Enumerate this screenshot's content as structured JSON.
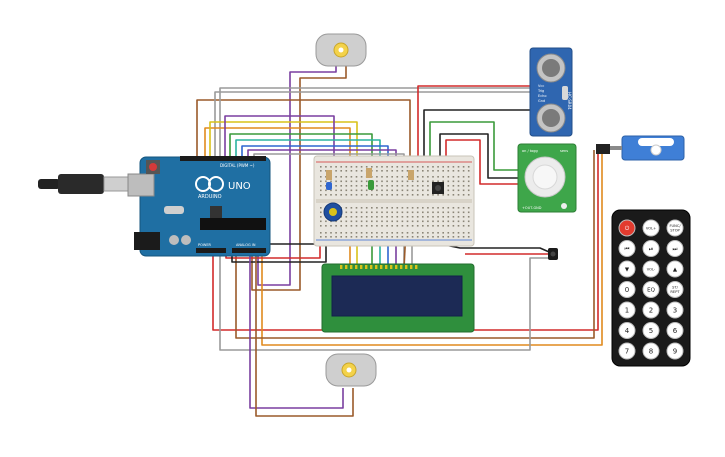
{
  "arduino": {
    "model": "UNO",
    "brand": "ARDUINO",
    "header_digital": "DIGITAL (PWM ~)",
    "header_power": "POWER",
    "header_analog": "ANALOG IN"
  },
  "ultrasonic": {
    "model": "HC-SR04",
    "pins": [
      "Vcc",
      "Trig",
      "Echo",
      "Gnd"
    ]
  },
  "pir": {
    "top_left": "on / togg",
    "top_right": "sens",
    "bottom_left": "+OUT-GND",
    "bottom_right": ""
  },
  "remote": {
    "rows": [
      [
        {
          "label": "⏻",
          "key": "power"
        },
        {
          "label": "VOL+",
          "key": "vol-up"
        },
        {
          "label": "FUNC/ STOP",
          "key": "func"
        }
      ],
      [
        {
          "label": "⏮",
          "key": "prev"
        },
        {
          "label": "⏯",
          "key": "play"
        },
        {
          "label": "⏭",
          "key": "next"
        }
      ],
      [
        {
          "label": "▼",
          "key": "down"
        },
        {
          "label": "VOL-",
          "key": "vol-down"
        },
        {
          "label": "▲",
          "key": "up"
        }
      ],
      [
        {
          "label": "0",
          "key": "0"
        },
        {
          "label": "EQ",
          "key": "eq"
        },
        {
          "label": "ST/ REPT",
          "key": "st"
        }
      ],
      [
        {
          "label": "1",
          "key": "1"
        },
        {
          "label": "2",
          "key": "2"
        },
        {
          "label": "3",
          "key": "3"
        }
      ],
      [
        {
          "label": "4",
          "key": "4"
        },
        {
          "label": "5",
          "key": "5"
        },
        {
          "label": "6",
          "key": "6"
        }
      ],
      [
        {
          "label": "7",
          "key": "7"
        },
        {
          "label": "8",
          "key": "8"
        },
        {
          "label": "9",
          "key": "9"
        }
      ]
    ]
  },
  "colors": {
    "arduino_board": "#1f6fa3",
    "breadboard": "#e9e6df",
    "lcd_frame": "#2f8f3d",
    "lcd_screen": "#1c2a55",
    "ultrasonic_board": "#2f66b0",
    "pir_board": "#3ea64a",
    "servo": "#3f7fd6",
    "remote": "#1a1a1a",
    "remote_power": "#e23b2e"
  }
}
